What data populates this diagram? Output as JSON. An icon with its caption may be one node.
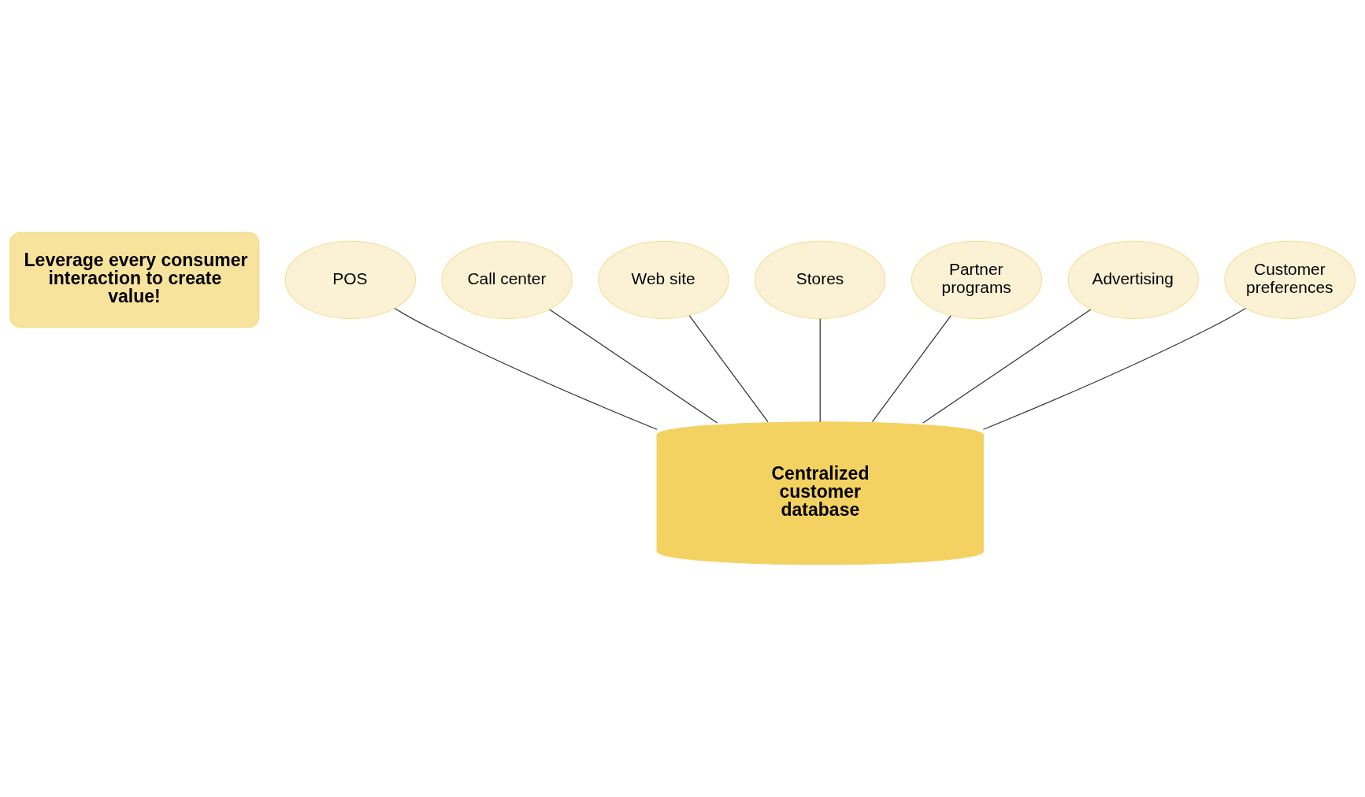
{
  "diagram": {
    "nodes": [
      {
        "text": [
          "Leverage every consumer interaction to create value!"
        ]
      },
      {
        "text": [
          "POS"
        ]
      },
      {
        "text": [
          "Call center"
        ]
      },
      {
        "text": [
          "Web site"
        ]
      },
      {
        "text": [
          "Stores"
        ]
      },
      {
        "text": [
          "Partner programs"
        ]
      },
      {
        "text": [
          "Advertising"
        ]
      },
      {
        "text": [
          "Customer preferences"
        ]
      },
      {
        "text": [
          "Centralized customer database"
        ]
      }
    ],
    "edges": [
      {
        "from": 6,
        "to": 8,
        "arrow": "none"
      },
      {
        "from": 4,
        "to": 8,
        "arrow": "none"
      },
      {
        "from": 1,
        "to": 8,
        "arrow": "none"
      },
      {
        "from": 2,
        "to": 8,
        "arrow": "none"
      },
      {
        "from": 3,
        "to": 8,
        "arrow": "none"
      },
      {
        "from": 5,
        "to": 8,
        "arrow": "none"
      },
      {
        "from": 7,
        "to": 8,
        "arrow": "none"
      }
    ]
  }
}
